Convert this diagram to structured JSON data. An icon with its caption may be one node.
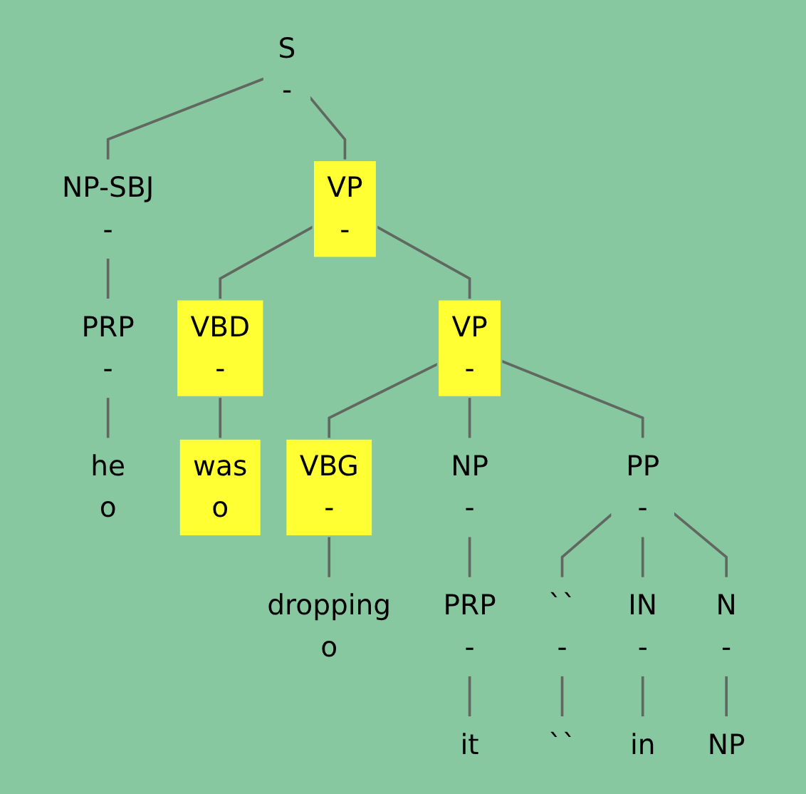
{
  "diagram": {
    "nodes": [
      {
        "text": [
          "S",
          "-"
        ]
      },
      {
        "text": [
          "NP-SBJ",
          "-"
        ]
      },
      {
        "text": [
          "VP",
          "-"
        ]
      },
      {
        "text": [
          "PRP",
          "-"
        ]
      },
      {
        "text": [
          "VBD",
          "-"
        ]
      },
      {
        "text": [
          "VP",
          "-"
        ]
      },
      {
        "text": [
          "he",
          "o"
        ]
      },
      {
        "text": [
          "was",
          "o"
        ]
      },
      {
        "text": [
          "VBG",
          "-"
        ]
      },
      {
        "text": [
          "NP",
          "-"
        ]
      },
      {
        "text": [
          "PP",
          "-"
        ]
      },
      {
        "text": [
          "dropping",
          "o"
        ]
      },
      {
        "text": [
          "PRP",
          "-"
        ]
      },
      {
        "text": [
          "``",
          "-"
        ]
      },
      {
        "text": [
          "IN",
          "-"
        ]
      },
      {
        "text": [
          "N",
          "-"
        ]
      },
      {
        "text": [
          "it"
        ]
      },
      {
        "text": [
          "``"
        ]
      },
      {
        "text": [
          "in"
        ]
      },
      {
        "text": [
          "NP"
        ]
      }
    ],
    "edges": [
      {
        "from": 0,
        "to": 1,
        "arrow": "none"
      },
      {
        "from": 0,
        "to": 2,
        "arrow": "none"
      },
      {
        "from": 1,
        "to": 3,
        "arrow": "none"
      },
      {
        "from": 2,
        "to": 4,
        "arrow": "none"
      },
      {
        "from": 2,
        "to": 5,
        "arrow": "none"
      },
      {
        "from": 3,
        "to": 6,
        "arrow": "none"
      },
      {
        "from": 4,
        "to": 7,
        "arrow": "none"
      },
      {
        "from": 5,
        "to": 8,
        "arrow": "none"
      },
      {
        "from": 5,
        "to": 9,
        "arrow": "none"
      },
      {
        "from": 5,
        "to": 10,
        "arrow": "none"
      },
      {
        "from": 8,
        "to": 11,
        "arrow": "none"
      },
      {
        "from": 9,
        "to": 12,
        "arrow": "none"
      },
      {
        "from": 10,
        "to": 13,
        "arrow": "none"
      },
      {
        "from": 10,
        "to": 14,
        "arrow": "none"
      },
      {
        "from": 10,
        "to": 15,
        "arrow": "none"
      },
      {
        "from": 12,
        "to": 16,
        "arrow": "none"
      },
      {
        "from": 13,
        "to": 17,
        "arrow": "none"
      },
      {
        "from": 14,
        "to": 18,
        "arrow": "none"
      },
      {
        "from": 15,
        "to": 19,
        "arrow": "none"
      }
    ]
  }
}
